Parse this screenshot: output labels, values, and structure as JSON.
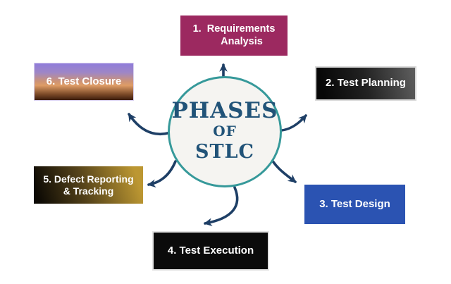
{
  "diagram": {
    "title_semantic": "Phases of STLC diagram",
    "center": {
      "line1": "PHASES",
      "line2": "OF",
      "line3": "STLC"
    },
    "phases": [
      {
        "number": "1",
        "label": "1. Requirements Analysis",
        "label_lines": [
          "1.  Requirements",
          "Analysis"
        ],
        "color": "#9c2960"
      },
      {
        "number": "2",
        "label": "2. Test Planning",
        "label_lines": [
          "2. Test Planning"
        ],
        "color": "gradient-black-gray"
      },
      {
        "number": "3",
        "label": "3. Test Design",
        "label_lines": [
          "3. Test Design"
        ],
        "color": "#2b53b2"
      },
      {
        "number": "4",
        "label": "4. Test Execution",
        "label_lines": [
          "4. Test Execution"
        ],
        "color": "#0b0b0b"
      },
      {
        "number": "5",
        "label": "5. Defect Reporting & Tracking",
        "label_lines": [
          "5. Defect Reporting",
          "& Tracking"
        ],
        "color": "gradient-black-gold"
      },
      {
        "number": "6",
        "label": "6. Test Closure",
        "label_lines": [
          "6. Test Closure"
        ],
        "color": "gradient-purple-orange-brown"
      }
    ],
    "colors": {
      "background": "#ffffff",
      "arrow": "#1e3f66",
      "circle_border": "#36999a",
      "circle_fill": "#f5f4f1",
      "center_text": "#215378",
      "phase1_bg": "#9c2960",
      "phase2_gradient": [
        "#070707",
        "#5f5f5f"
      ],
      "phase3_bg": "#2b53b2",
      "phase4_bg": "#0b0b0b",
      "phase5_gradient": [
        "#0d0a04",
        "#bc9732"
      ],
      "phase6_gradient": [
        "#8f7cda",
        "#de9c66",
        "#3a1c0c"
      ]
    }
  }
}
